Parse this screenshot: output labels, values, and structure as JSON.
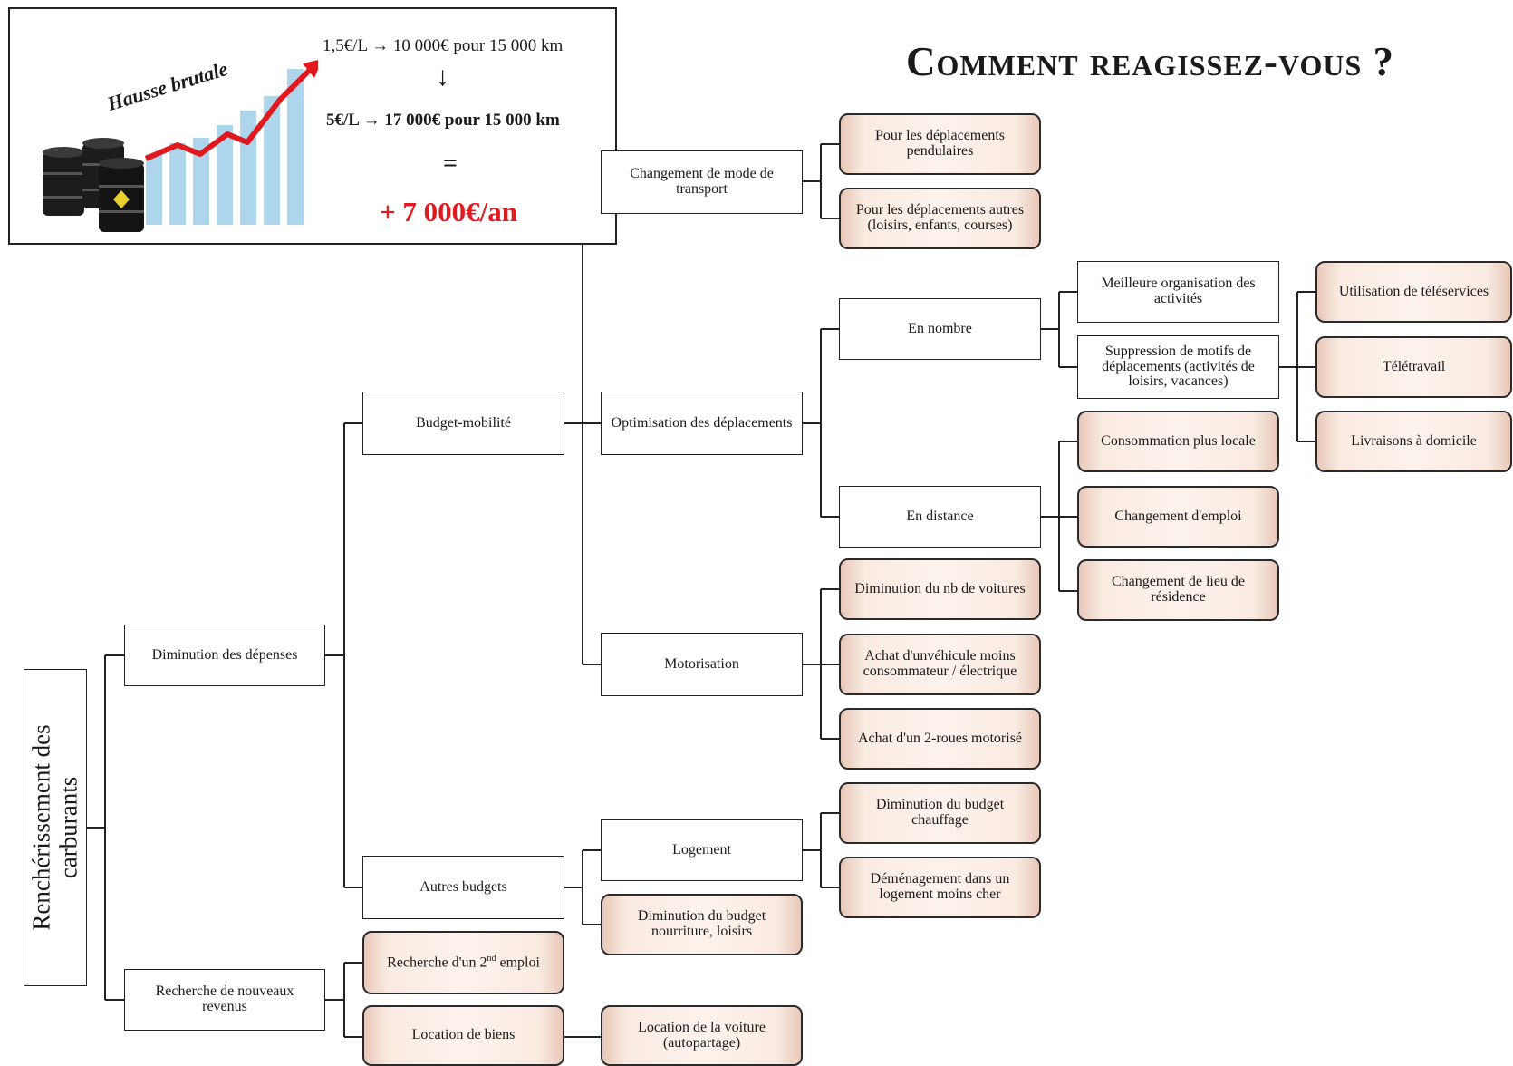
{
  "title": "Comment reagissez-vous ?",
  "infobox": {
    "hausse_label": "Hausse brutale",
    "line1": "1,5€/L → 10 000€ pour 15 000 km",
    "arrow": "↓",
    "line2": "5€/L → 17 000€ pour 15 000 km",
    "equals": "=",
    "result": "+ 7 000€/an",
    "result_color": "#e0191f"
  },
  "root_label": "Renchérissement des carburants",
  "nodes": {
    "diminution_depenses": "Diminution des dépenses",
    "recherche_revenus": "Recherche de nouveaux revenus",
    "budget_mobilite": "Budget-mobilité",
    "autres_budgets": "Autres budgets",
    "recherche_2nd_emploi": "Recherche d'un 2nd emploi",
    "location_biens": "Location de biens",
    "changement_mode": "Changement de mode de transport",
    "optimisation": "Optimisation des déplacements",
    "motorisation": "Motorisation",
    "logement": "Logement",
    "dim_budget_nourriture": "Diminution du budget nourriture, loisirs",
    "location_voiture": "Location de la voiture (autopartage)",
    "depl_pendulaires": "Pour les déplacements pendulaires",
    "depl_autres": "Pour les déplacements autres (loisirs, enfants, courses)",
    "en_nombre": "En nombre",
    "en_distance": "En distance",
    "dim_nb_voitures": "Diminution du nb de voitures",
    "achat_vehicule": "Achat d'unvéhicule moins consommateur / électrique",
    "achat_2roues": "Achat d'un 2-roues motorisé",
    "dim_budget_chauffage": "Diminution du budget chauffage",
    "demenagement": "Déménagement dans un logement moins cher",
    "meilleure_org": "Meilleure organisation des activités",
    "suppression_motifs": "Suppression de motifs de déplacements (activités de loisirs, vacances)",
    "conso_locale": "Consommation plus locale",
    "changement_emploi": "Changement d'emploi",
    "changement_lieu": "Changement de lieu de résidence",
    "teleservices": "Utilisation de téléservices",
    "teletravail": "Télétravail",
    "livraisons": "Livraisons à domicile"
  },
  "colors": {
    "action_node_fill": "#fcf2ec",
    "action_node_edge": "#e8c8b8",
    "line_color": "#222222",
    "chart_arrow": "#e0191f",
    "chart_bars": "#9fd0ea",
    "barrel": "#1c1c1c"
  }
}
